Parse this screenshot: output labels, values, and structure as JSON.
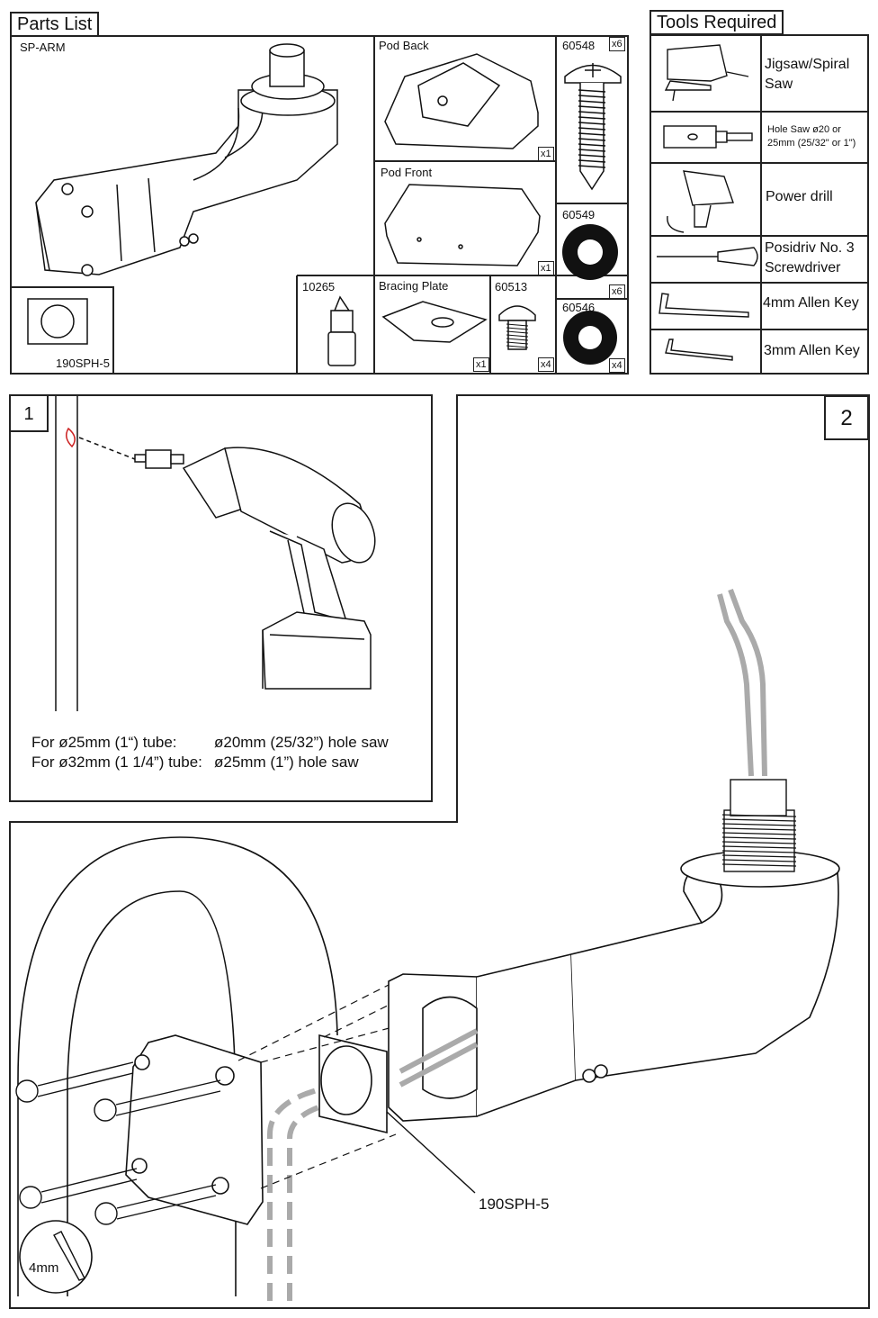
{
  "parts_list": {
    "title": "Parts List",
    "sp_arm": "SP-ARM",
    "pod_back": {
      "label": "Pod Back",
      "qty": "x1"
    },
    "pod_front": {
      "label": "Pod Front",
      "qty": "x1"
    },
    "p60548": {
      "code": "60548",
      "qty": "x6"
    },
    "p60549": {
      "code": "60549",
      "qty": "x6"
    },
    "p60546": {
      "code": "60546",
      "qty": "x4"
    },
    "p10265": {
      "code": "10265"
    },
    "bracing_plate": {
      "label": "Bracing Plate",
      "qty": "x1"
    },
    "p60513": {
      "code": "60513",
      "qty": "x4"
    },
    "sph": "190SPH-5"
  },
  "tools": {
    "title": "Tools Required",
    "items": [
      {
        "line1": "Jigsaw/Spiral",
        "line2": "Saw",
        "icon": "jigsaw-icon"
      },
      {
        "line1": "Hole Saw  ø20 or",
        "line2": "25mm (25/32\" or 1\")",
        "icon": "hole-saw-icon"
      },
      {
        "line1": "Power drill",
        "line2": "",
        "icon": "power-drill-icon"
      },
      {
        "line1": "Posidriv No. 3",
        "line2": "Screwdriver",
        "icon": "screwdriver-icon"
      },
      {
        "line1": "4mm Allen Key",
        "line2": "",
        "icon": "allen-key-icon"
      },
      {
        "line1": "3mm Allen Key",
        "line2": "",
        "icon": "allen-key-icon"
      }
    ]
  },
  "step1": {
    "number": "1",
    "note_line1_a": "For ø25mm (1“) tube:",
    "note_line1_b": "ø20mm (25/32”) hole saw",
    "note_line2_a": "For ø32mm (1 1/4”) tube:",
    "note_line2_b": "ø25mm (1”) hole saw"
  },
  "step2": {
    "number": "2",
    "callout": "190SPH-5",
    "tool_label": "4mm"
  }
}
